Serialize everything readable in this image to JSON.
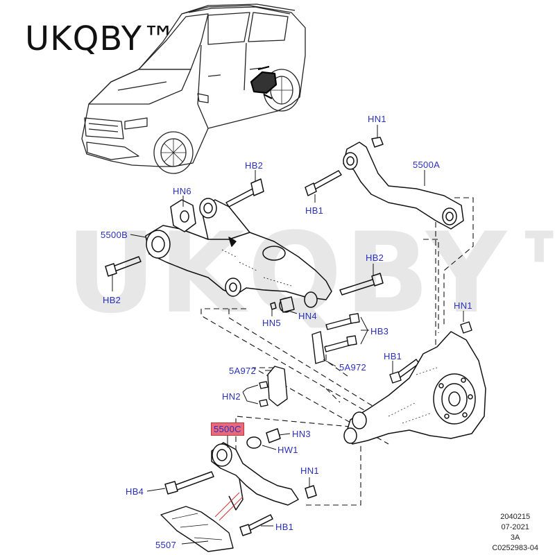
{
  "brand": "UKQBY™",
  "watermark": "UKQBY™",
  "callouts": {
    "hn1_top": "HN1",
    "a5500a": "5500A",
    "hb2_top": "HB2",
    "hn6": "HN6",
    "hb1_top": "HB1",
    "a5500b": "5500B",
    "hb2_left": "HB2",
    "hb2_right": "HB2",
    "hn1_right": "HN1",
    "hn5": "HN5",
    "hn4": "HN4",
    "hb3": "HB3",
    "hb1_mid": "HB1",
    "a5a972_left": "5A972",
    "a5a972_right": "5A972",
    "hn2": "HN2",
    "a5500c": "5500C",
    "hn3": "HN3",
    "hw1": "HW1",
    "hn1_bottom": "HN1",
    "hb4": "HB4",
    "hb1_bottom": "HB1",
    "a5507": "5507"
  },
  "meta": {
    "line1": "2040215",
    "line2": "07-2021",
    "line3": "3A",
    "line4": "C0252983-04"
  }
}
